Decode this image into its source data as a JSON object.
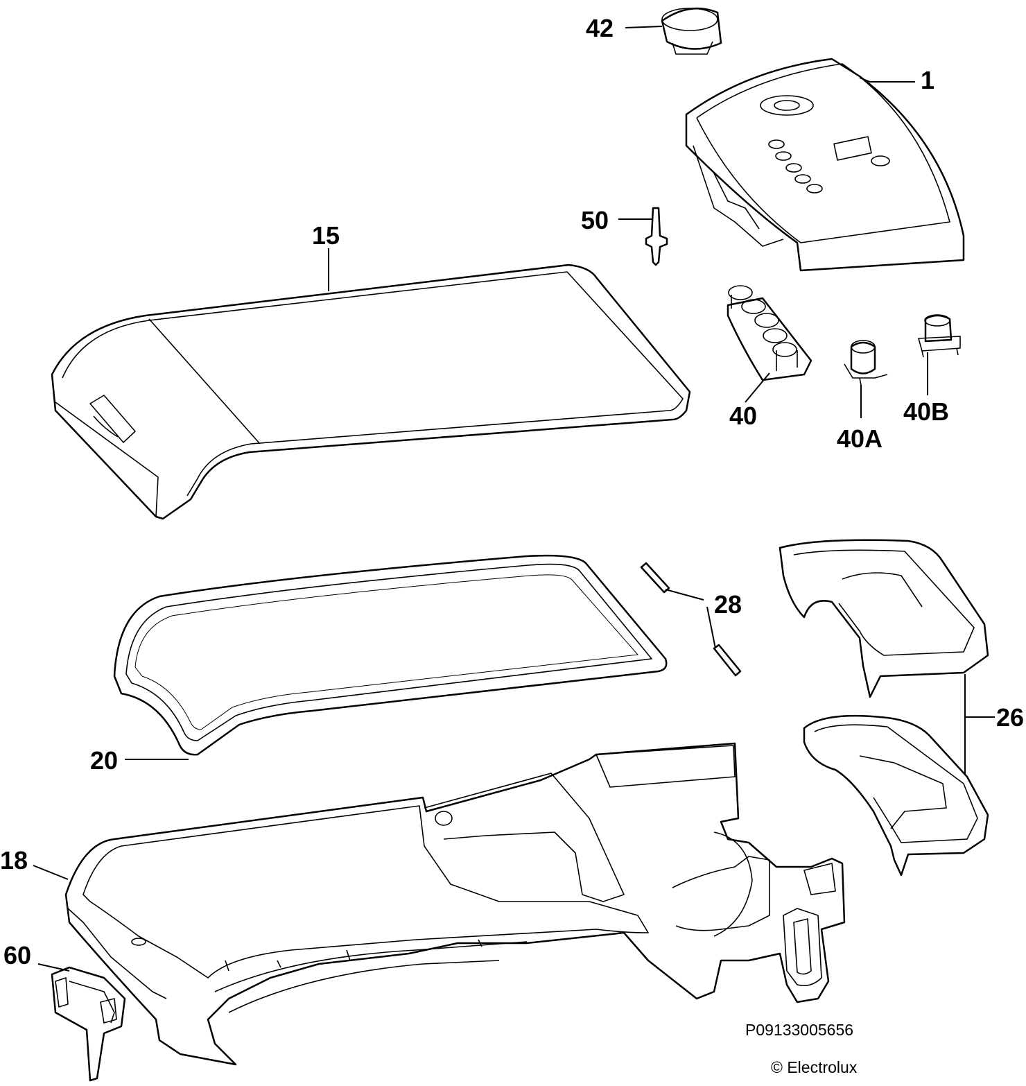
{
  "labels": {
    "l42": "42",
    "l1": "1",
    "l50": "50",
    "l15": "15",
    "l40": "40",
    "l40a": "40A",
    "l40b": "40B",
    "l28": "28",
    "l26": "26",
    "l20": "20",
    "l18": "18",
    "l60": "60"
  },
  "footer": {
    "code": "P09133005656",
    "copyright": "© Electrolux"
  }
}
